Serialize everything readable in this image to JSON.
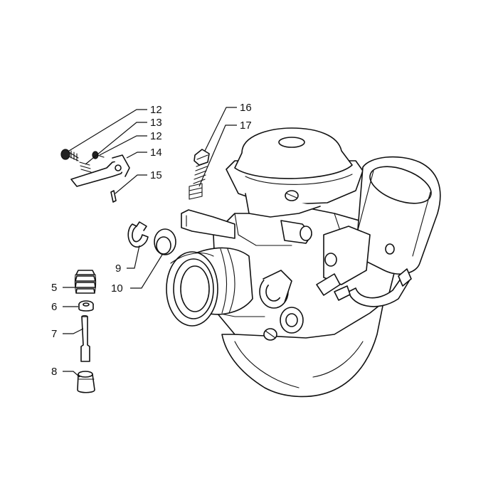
{
  "callouts": [
    {
      "id": "c12a",
      "text": "12"
    },
    {
      "id": "c13",
      "text": "13"
    },
    {
      "id": "c12b",
      "text": "12"
    },
    {
      "id": "c14",
      "text": "14"
    },
    {
      "id": "c15",
      "text": "15"
    },
    {
      "id": "c16",
      "text": "16"
    },
    {
      "id": "c17",
      "text": "17"
    },
    {
      "id": "c9",
      "text": "9"
    },
    {
      "id": "c10",
      "text": "10"
    },
    {
      "id": "c5",
      "text": "5"
    },
    {
      "id": "c6",
      "text": "6"
    },
    {
      "id": "c7",
      "text": "7"
    },
    {
      "id": "c8",
      "text": "8"
    }
  ]
}
